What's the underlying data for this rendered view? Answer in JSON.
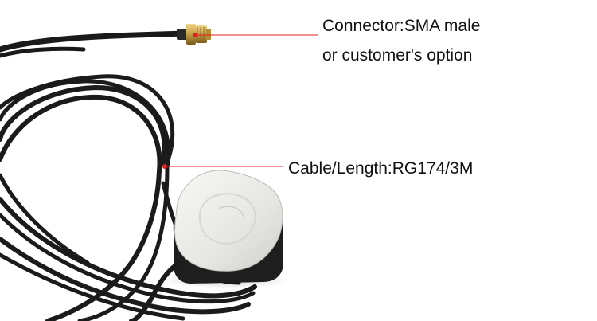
{
  "annotations": {
    "connector_line1": "Connector:SMA male",
    "connector_line2": "or customer's option",
    "cable": "Cable/Length:RG174/3M"
  },
  "colors": {
    "background": "#ffffff",
    "cable": "#1a1a1a",
    "connector_gold": "#c9a24a",
    "antenna_body": "#ececea",
    "pointer_line": "#e02020"
  }
}
